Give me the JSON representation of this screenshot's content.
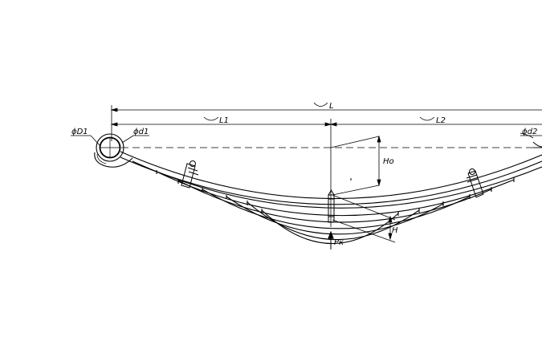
{
  "dimensions": {
    "total_length": "L",
    "front_length": "L1",
    "rear_length": "L2",
    "free_camber": "Ho",
    "loaded_camber": "H",
    "eye_outer_diameter": "ϕD1",
    "eye_inner_diameter": "ϕd1",
    "rear_eye_diameter": "ϕd2",
    "load": "Pк"
  },
  "colors": {
    "ink": "#000000",
    "background": "#ffffff"
  }
}
